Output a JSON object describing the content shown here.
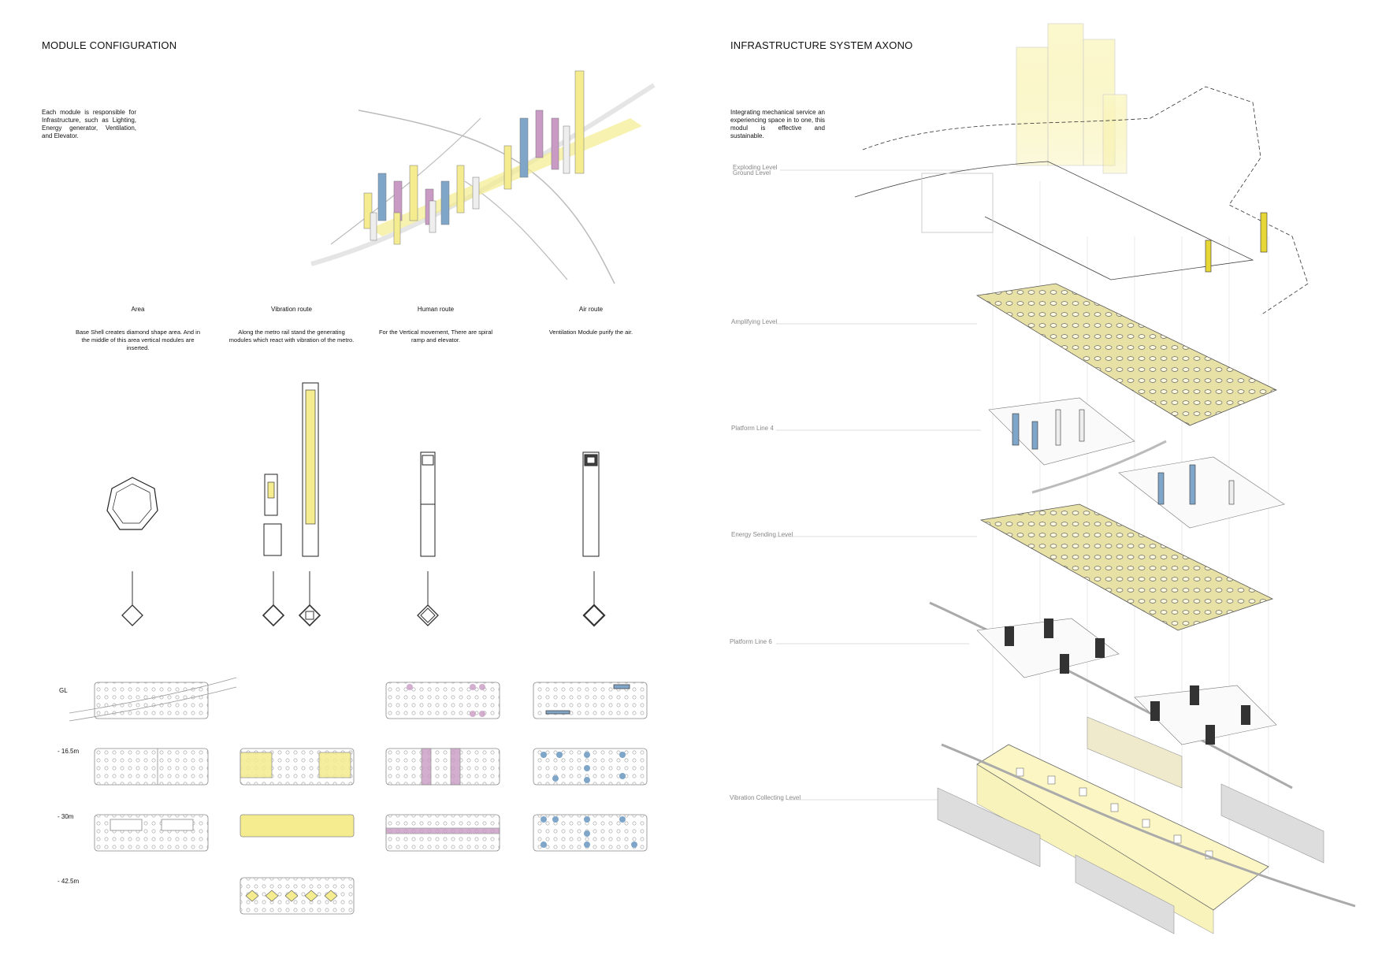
{
  "left": {
    "title": "MODULE CONFIGURATION",
    "intro": "Each module is responsible for Infrastructure, such as Lighting, Energy generator, Ventilation, and Elevator.",
    "columns": [
      {
        "head": "Area",
        "desc": "Base Shell creates diamond shape area. And in the middle of this area vertical modules are inserted."
      },
      {
        "head": "Vibration route",
        "desc": "Along the metro rail stand the generating modules which react with vibration of the metro."
      },
      {
        "head": "Human route",
        "desc": "For the Vertical movement, There are spiral ramp and elevator."
      },
      {
        "head": "Air route",
        "desc": "Ventilation Module purify the air."
      }
    ],
    "rows": [
      "GL",
      "- 16.5m",
      "- 30m",
      "- 42.5m"
    ]
  },
  "right": {
    "title": "INFRASTRUCTURE SYSTEM AXONO",
    "intro": "Integrating mechanical service an experiencing space in to one, this moduI is effective and sustainable.",
    "levels": {
      "exploding": "Exploding Level",
      "ground": "Ground Level",
      "amplifying": "Amplifying Level",
      "platform4": "Platform Line 4",
      "energy": "Energy Sending Level",
      "platform6": "Platform Line 6",
      "vibration": "Vibration Collecting Level"
    }
  },
  "colors": {
    "yellow": "#f4ec8e",
    "blue": "#7fa6c9",
    "pink": "#c99ac4",
    "line": "#444444"
  }
}
